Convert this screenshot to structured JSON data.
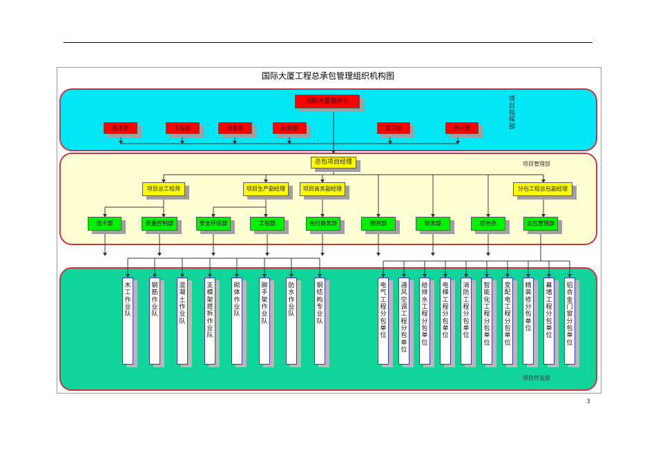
{
  "title": "国际大厦工程总承包管理组织机构图",
  "page_number": "3",
  "colors": {
    "panel_top": "#00e6f5",
    "panel_mid": "#ffffd4",
    "panel_bottom": "#10d49a",
    "red_box": "#ff0000",
    "yellow_box": "#ffff00",
    "green_box": "#00f000",
    "panel_border": "#cc3344"
  },
  "layer_labels": {
    "top": "项目指挥部",
    "middle": "项目管理部",
    "bottom": "项目作业层"
  },
  "commander": "国际大厦指挥长",
  "top_depts": [
    "技术部",
    "工程部",
    "经营部",
    "财务部",
    "监工部",
    "办公室"
  ],
  "general_manager": "总包项目经理",
  "deputies": [
    "项目总工程师",
    "项目生产副经理",
    "项目商务副经理",
    "分包工程总包副经理"
  ],
  "mid_depts": [
    "技术部",
    "质量控制部",
    "安全环保部",
    "工程部",
    "合约商务部",
    "物资部",
    "财务部",
    "综合办",
    "总包管理部"
  ],
  "work_teams": [
    "木工作业队",
    "钢筋作业队",
    "混凝土作业队",
    "支模架搭拆作业队",
    "砌体作业队",
    "脚手架作业队",
    "防水作业队",
    "钢结构专业队"
  ],
  "subcontractors": [
    "电气工程分包单位",
    "通风空调工程分包单位",
    "给排水工程分包单位",
    "电梯工程分包单位",
    "消防工程分包单位",
    "智能化工程分包单位",
    "变配电工程分包单位",
    "精装修分包单位",
    "幕墙工程分包单位",
    "铝合金门窗分包单位"
  ]
}
